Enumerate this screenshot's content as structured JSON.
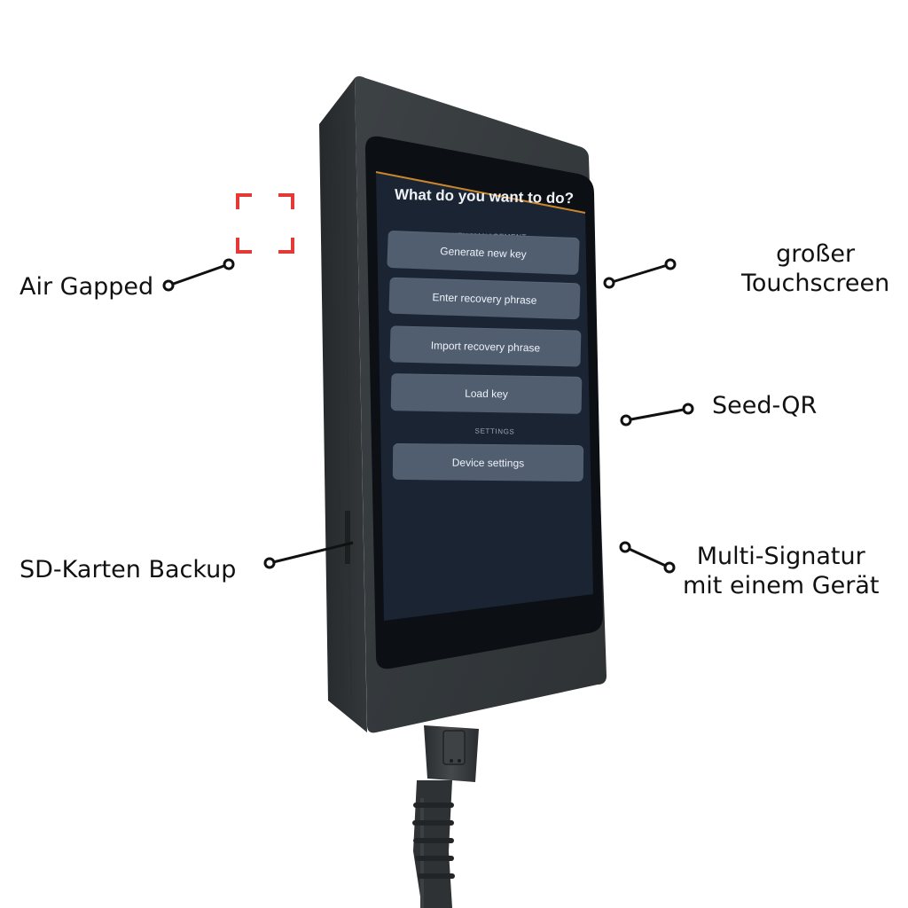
{
  "device_screen": {
    "title": "What do you want to do?",
    "sections": [
      {
        "label": "KEY MANAGEMENT",
        "buttons": [
          "Generate new key",
          "Enter recovery phrase",
          "Import recovery phrase",
          "Load key"
        ]
      },
      {
        "label": "SETTINGS",
        "buttons": [
          "Device settings"
        ]
      }
    ],
    "colors": {
      "screen_bg": "#1b2433",
      "button_bg": "#505e70",
      "header_accent": "#c9862c",
      "qr_marker": "#e53935"
    }
  },
  "callouts": {
    "air_gapped": "Air Gapped",
    "sd_backup": "SD-Karten Backup",
    "touchscreen": [
      "großer",
      "Touchscreen"
    ],
    "seed_qr": "Seed-QR",
    "multisig": [
      "Multi-Signatur",
      "mit einem Gerät"
    ]
  }
}
